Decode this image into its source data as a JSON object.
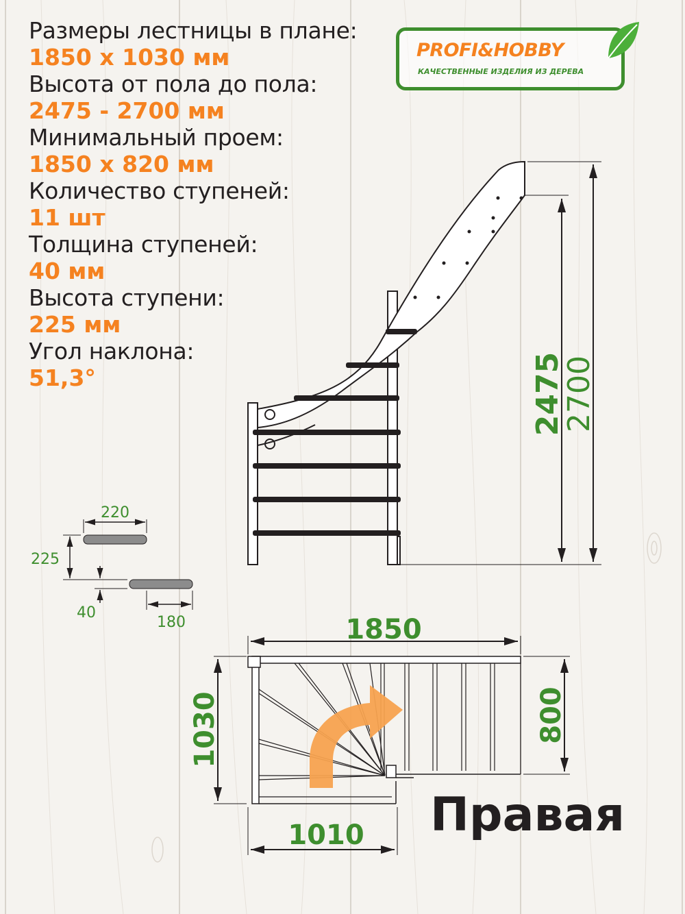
{
  "specs": [
    {
      "label": "Размеры лестницы в плане:",
      "value": "1850 х 1030 мм"
    },
    {
      "label": "Высота от пола до пола:",
      "value": "2475 - 2700 мм"
    },
    {
      "label": "Минимальный проем:",
      "value": "1850 х 820 мм"
    },
    {
      "label": "Количество ступеней:",
      "value": "11 шт"
    },
    {
      "label": "Толщина ступеней:",
      "value": "40 мм"
    },
    {
      "label": "Высота ступени:",
      "value": "225 мм"
    },
    {
      "label": "Угол наклона:",
      "value": "51,3°"
    }
  ],
  "logo": {
    "name": "PROFI&HOBBY",
    "tagline": "КАЧЕСТВЕННЫЕ ИЗДЕЛИЯ ИЗ ДЕРЕВА"
  },
  "step_detail": {
    "depth": "220",
    "height": "225",
    "thickness": "40",
    "overlap": "180"
  },
  "elevation": {
    "height_min": "2475",
    "height_max": "2700"
  },
  "plan": {
    "length": "1850",
    "width": "1030",
    "opening_width": "800",
    "turn_length": "1010"
  },
  "direction": "Правая",
  "colors": {
    "accent": "#f58220",
    "dimension": "#3e8e2e",
    "line": "#231f20"
  }
}
